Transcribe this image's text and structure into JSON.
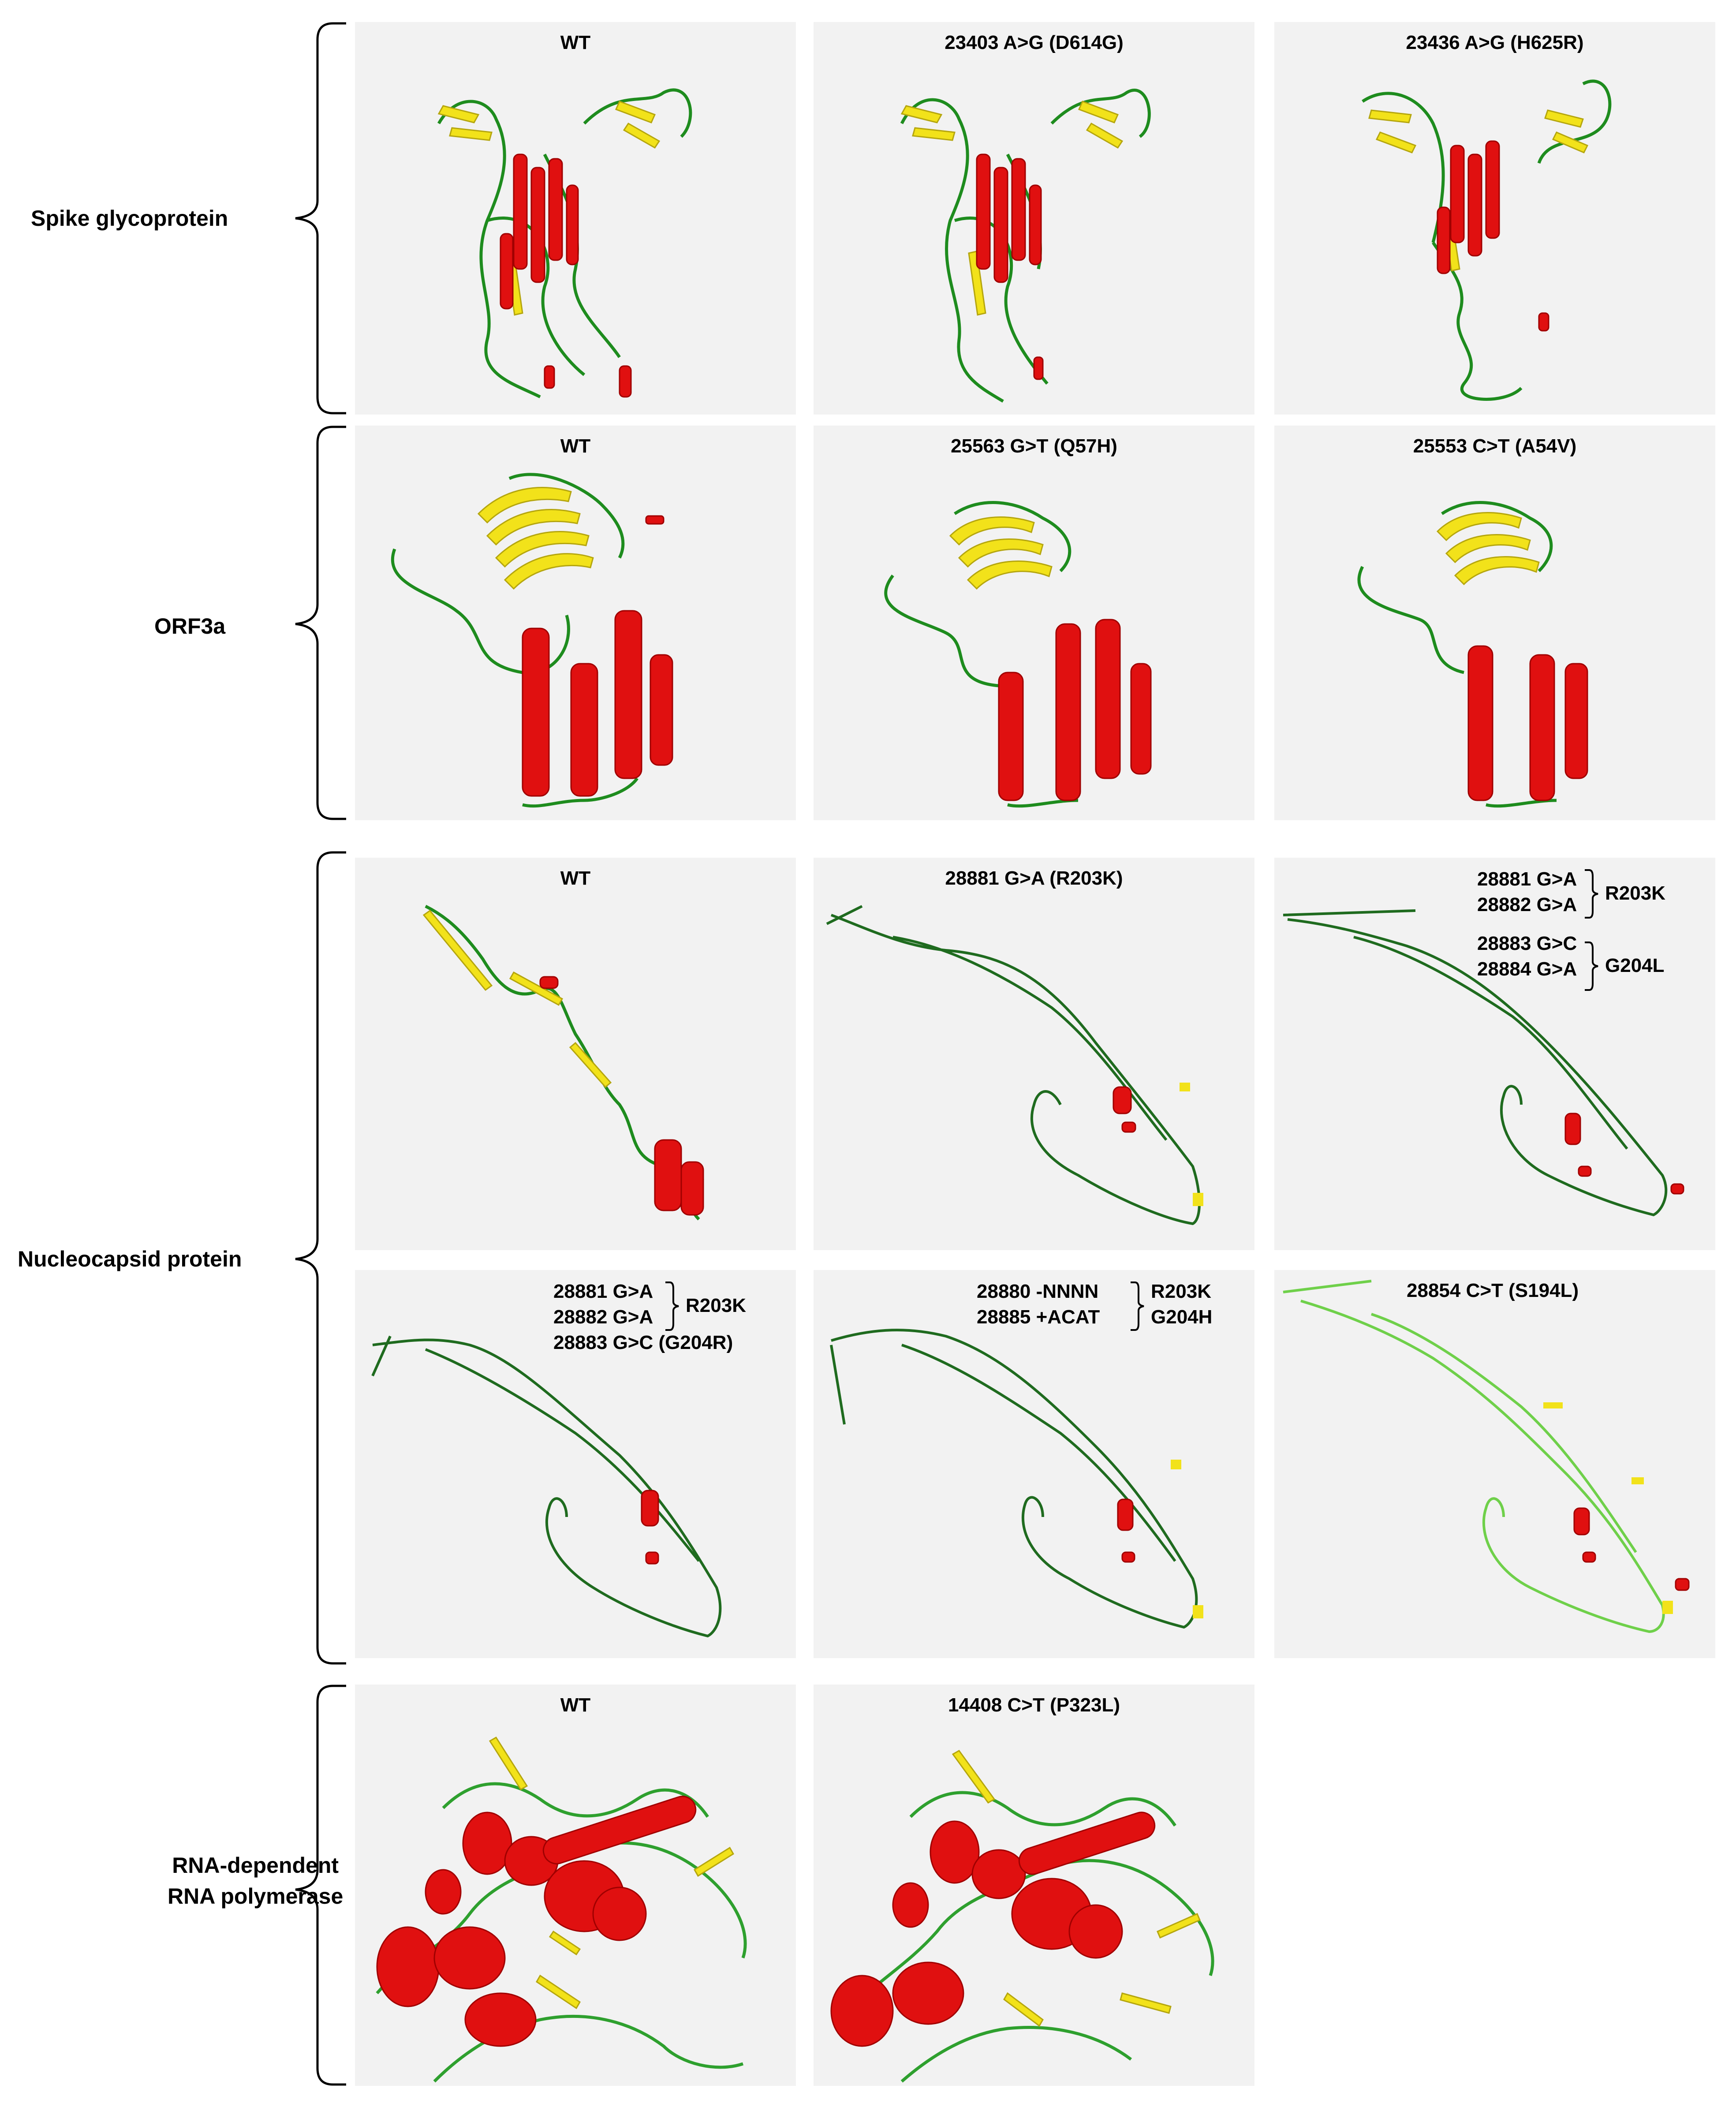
{
  "colors": {
    "panel_bg": "#f2f2f2",
    "coil": "#1e8c1e",
    "coil_dark": "#1f6b1f",
    "coil_light": "#6fd04a",
    "helix": "#e01010",
    "helix_dark": "#a00000",
    "sheet": "#f2e21a",
    "sheet_dark": "#b5a60e"
  },
  "groups": [
    {
      "label": "Spike glycoprotein"
    },
    {
      "label": "ORF3a"
    },
    {
      "label": "Nucleocapsid protein"
    },
    {
      "label_lines": [
        "RNA-dependent",
        "RNA polymerase"
      ]
    }
  ],
  "panels": {
    "spike_wt": {
      "title": "WT"
    },
    "spike_d614g": {
      "title": "23403 A>G (D614G)"
    },
    "spike_h625r": {
      "title": "23436 A>G (H625R)"
    },
    "orf3a_wt": {
      "title": "WT"
    },
    "orf3a_q57h": {
      "title": "25563 G>T (Q57H)"
    },
    "orf3a_a54v": {
      "title": "25553 C>T (A54V)"
    },
    "n_wt": {
      "title": "WT"
    },
    "n_r203k": {
      "title": "28881 G>A (R203K)"
    },
    "n_r203k_g204l": {
      "rows": [
        "28881 G>A",
        "28882 G>A",
        "28883 G>C",
        "28884 G>A"
      ],
      "effects": [
        "R203K",
        "G204L"
      ]
    },
    "n_r203k_g204r": {
      "rows": [
        "28881 G>A",
        "28882 G>A"
      ],
      "effect": "R203K",
      "extra": "28883 G>C (G204R)"
    },
    "n_indel": {
      "rows": [
        "28880 -NNNN",
        "28885 +ACAT"
      ],
      "effects": [
        "R203K",
        "G204H"
      ]
    },
    "n_s194l": {
      "title": "28854 C>T (S194L)"
    },
    "rdrp_wt": {
      "title": "WT"
    },
    "rdrp_p323l": {
      "title": "14408 C>T (P323L)"
    }
  }
}
